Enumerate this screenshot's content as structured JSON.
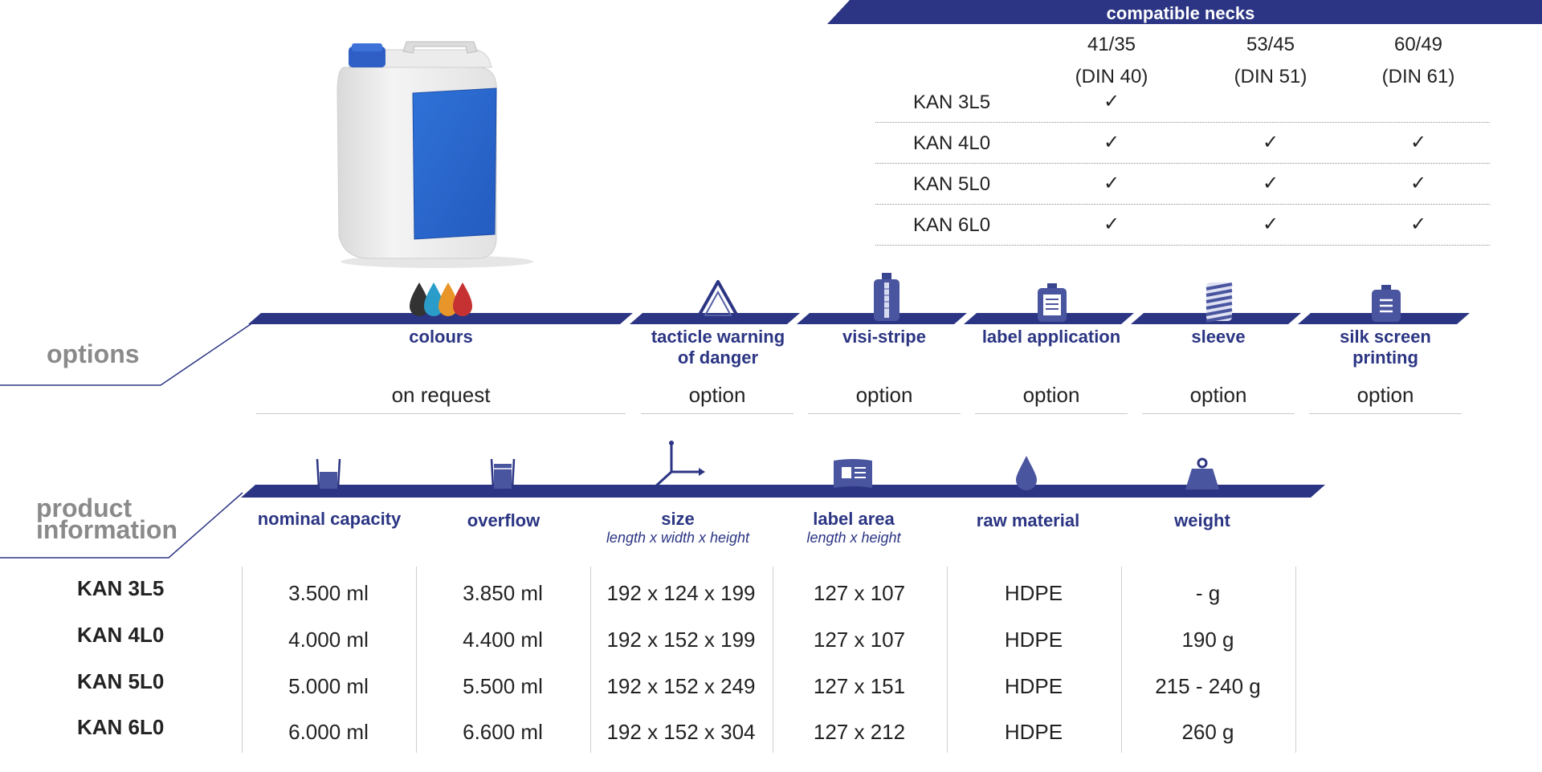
{
  "necks": {
    "title": "compatible necks",
    "columns": [
      {
        "line1": "41/35",
        "line2": "(DIN 40)"
      },
      {
        "line1": "53/45",
        "line2": "(DIN 51)"
      },
      {
        "line1": "60/49",
        "line2": "(DIN 61)"
      }
    ],
    "rows": [
      {
        "name": "KAN 3L5",
        "checks": [
          "✓",
          "",
          ""
        ]
      },
      {
        "name": "KAN 4L0",
        "checks": [
          "✓",
          "✓",
          "✓"
        ]
      },
      {
        "name": "KAN 5L0",
        "checks": [
          "✓",
          "✓",
          "✓"
        ]
      },
      {
        "name": "KAN 6L0",
        "checks": [
          "✓",
          "✓",
          "✓"
        ]
      }
    ]
  },
  "options": {
    "section_label": "options",
    "items": [
      {
        "label1": "colours",
        "label2": "",
        "value": "on request",
        "icon": "ink-drops-icon"
      },
      {
        "label1": "tacticle warning",
        "label2": "of danger",
        "value": "option",
        "icon": "warning-triangle-icon"
      },
      {
        "label1": "visi-stripe",
        "label2": "",
        "value": "option",
        "icon": "visi-stripe-icon"
      },
      {
        "label1": "label application",
        "label2": "",
        "value": "option",
        "icon": "label-application-icon"
      },
      {
        "label1": "sleeve",
        "label2": "",
        "value": "option",
        "icon": "sleeve-icon"
      },
      {
        "label1": "silk screen",
        "label2": "printing",
        "value": "option",
        "icon": "silk-screen-icon"
      }
    ]
  },
  "product_info": {
    "section_label_1": "product",
    "section_label_2": "information",
    "columns": [
      {
        "title": "nominal capacity",
        "subtitle": "",
        "icon": "beaker-icon"
      },
      {
        "title": "overflow",
        "subtitle": "",
        "icon": "beaker-full-icon"
      },
      {
        "title": "size",
        "subtitle": "length x width x height",
        "icon": "axes-icon"
      },
      {
        "title": "label area",
        "subtitle": "length x height",
        "icon": "label-area-icon"
      },
      {
        "title": "raw material",
        "subtitle": "",
        "icon": "drop-icon"
      },
      {
        "title": "weight",
        "subtitle": "",
        "icon": "weight-icon"
      }
    ],
    "rows": [
      {
        "name": "KAN 3L5",
        "values": [
          "3.500 ml",
          "3.850 ml",
          "192 x 124 x 199",
          "127 x 107",
          "HDPE",
          "- g"
        ]
      },
      {
        "name": "KAN 4L0",
        "values": [
          "4.000 ml",
          "4.400 ml",
          "192 x 152 x 199",
          "127 x 107",
          "HDPE",
          "190 g"
        ]
      },
      {
        "name": "KAN 5L0",
        "values": [
          "5.000 ml",
          "5.500 ml",
          "192 x 152 x 249",
          "127 x 151",
          "HDPE",
          "215 - 240 g"
        ]
      },
      {
        "name": "KAN 6L0",
        "values": [
          "6.000 ml",
          "6.600 ml",
          "192 x 152 x 304",
          "127 x 212",
          "HDPE",
          "260 g"
        ]
      }
    ]
  },
  "colors": {
    "navy": "#2b3583",
    "label_grey": "#8a8a8a",
    "canister_body": "#ededed",
    "canister_label": "#2e6bd1",
    "cap_blue": "#2f5fc4"
  }
}
